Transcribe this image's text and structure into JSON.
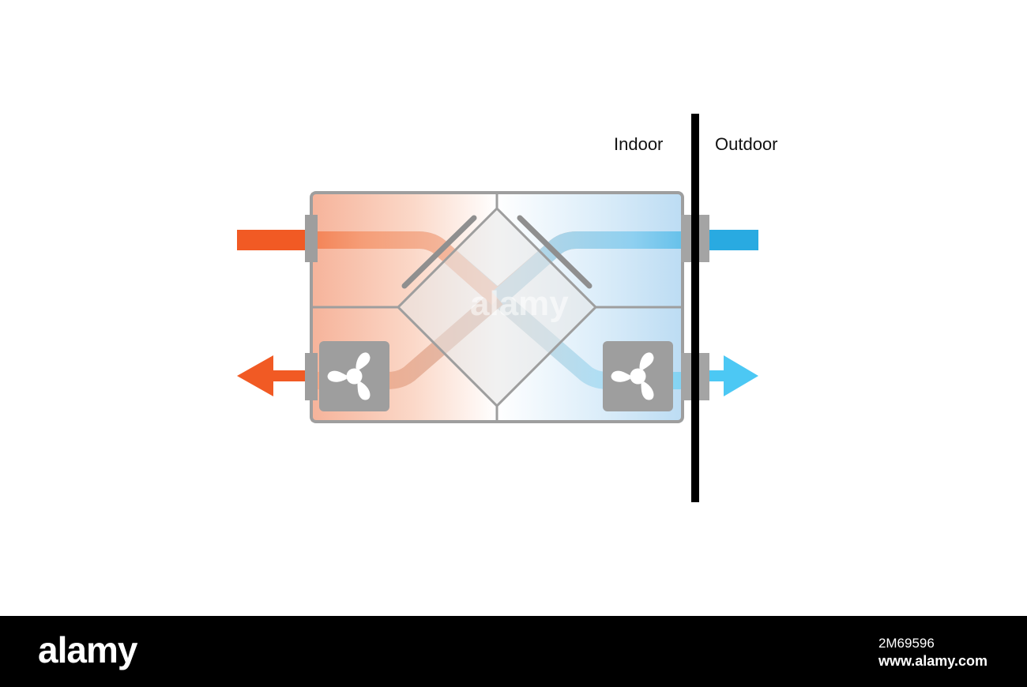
{
  "labels": {
    "indoor": "Indoor",
    "outdoor": "Outdoor"
  },
  "watermark": "alamy",
  "footer": {
    "logo": "alamy",
    "image_code": "2M69596",
    "site": "www.alamy.com"
  },
  "colors": {
    "warm_air": "#f15a24",
    "cool_air": "#29aae1",
    "cool_arrow": "#4cc8f4",
    "housing": "#9e9e9e",
    "wall": "#000000"
  },
  "icons": [
    "fan-icon",
    "fan-icon",
    "arrow-left-icon",
    "arrow-right-icon"
  ]
}
